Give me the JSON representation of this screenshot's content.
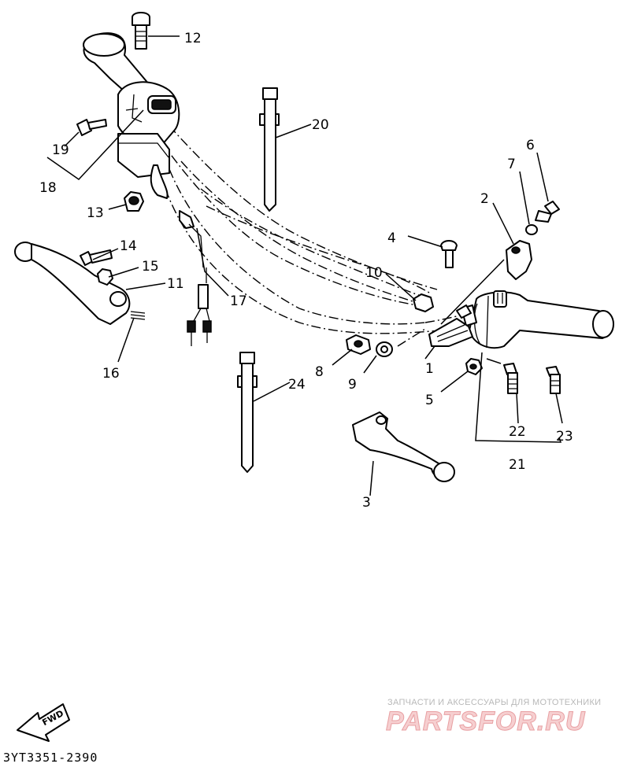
{
  "diagram": {
    "callouts": [
      {
        "label": "1"
      },
      {
        "label": "2"
      },
      {
        "label": "3"
      },
      {
        "label": "4"
      },
      {
        "label": "5"
      },
      {
        "label": "6"
      },
      {
        "label": "7"
      },
      {
        "label": "8"
      },
      {
        "label": "9"
      },
      {
        "label": "10"
      },
      {
        "label": "11"
      },
      {
        "label": "12"
      },
      {
        "label": "13"
      },
      {
        "label": "14"
      },
      {
        "label": "15"
      },
      {
        "label": "16"
      },
      {
        "label": "17"
      },
      {
        "label": "18"
      },
      {
        "label": "19"
      },
      {
        "label": "20"
      },
      {
        "label": "21"
      },
      {
        "label": "22"
      },
      {
        "label": "23"
      },
      {
        "label": "24"
      }
    ],
    "fwd_label": "FWD",
    "part_code": "3YT3351-2390"
  },
  "watermark": {
    "tagline": "ЗАПЧАСТИ И АКСЕССУАРЫ ДЛЯ МОТОТЕХНИКИ",
    "brand": "PARTSFOR.RU",
    "colors": {
      "brand": "#f6cfd0",
      "brand_outline": "#e8a0a3",
      "tagline": "#b8b8b8"
    }
  }
}
